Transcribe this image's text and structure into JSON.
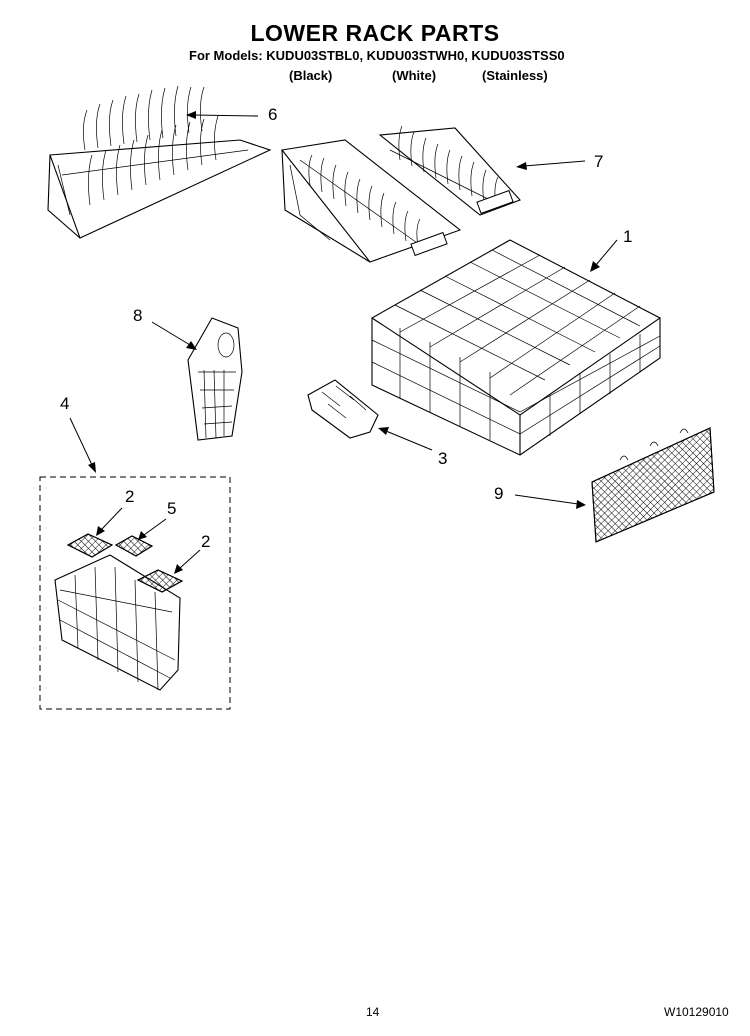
{
  "header": {
    "title": "LOWER RACK PARTS",
    "models_line": "For Models: KUDU03STBL0, KUDU03STWH0, KUDU03STSS0",
    "variants": [
      "(Black)",
      "(White)",
      "(Stainless)"
    ]
  },
  "callouts": {
    "c1": "1",
    "c2a": "2",
    "c2b": "2",
    "c3": "3",
    "c4": "4",
    "c5": "5",
    "c6": "6",
    "c7": "7",
    "c8": "8",
    "c9": "9"
  },
  "footer": {
    "page_number": "14",
    "doc_number": "W10129010"
  }
}
